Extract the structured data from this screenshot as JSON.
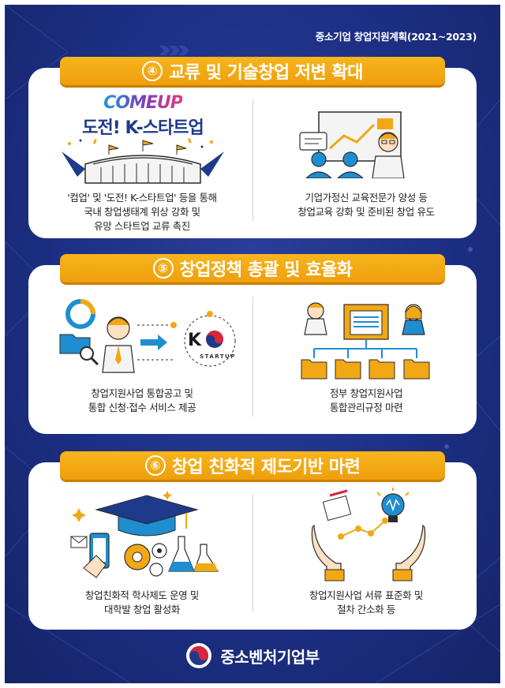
{
  "header": {
    "title": "중소기업 창업지원계획(2021~2023)"
  },
  "sections": [
    {
      "number": "④",
      "title": "교류 및 기술창업 저변 확대",
      "left": {
        "logo_text": "COMEUP",
        "logo_subtitle": "도전! K-스타트업",
        "caption_lines": [
          "'컴업' 및 '도전! K-스타트업' 등을 통해",
          "국내 창업생태계 위상 강화 및",
          "유망 스타트업 교류 촉진"
        ]
      },
      "right": {
        "caption_lines": [
          "기업가정신 교육전문가 양성 등",
          "창업교육 강화 및 준비된 창업 유도"
        ]
      }
    },
    {
      "number": "⑤",
      "title": "창업정책 총괄 및 효율화",
      "left": {
        "logo_label": "STARTUP",
        "caption_lines": [
          "창업지원사업 통합공고 및",
          "통합 신청·접수 서비스 제공"
        ]
      },
      "right": {
        "caption_lines": [
          "정부 창업지원사업",
          "통합관리규정 마련"
        ]
      }
    },
    {
      "number": "⑥",
      "title": "창업 친화적 제도기반 마련",
      "left": {
        "caption_lines": [
          "창업친화적 학사제도 운영 및",
          "대학발 창업 활성화"
        ]
      },
      "right": {
        "caption_lines": [
          "창업지원사업 서류 표준화 및",
          "절차 간소화 등"
        ]
      }
    }
  ],
  "footer": {
    "ministry": "중소벤처기업부"
  },
  "colors": {
    "background": "#1d2f84",
    "banner": "#f2a814",
    "card": "#ffffff",
    "accent_blue": "#1e3a8a",
    "accent_red": "#d7263d"
  }
}
